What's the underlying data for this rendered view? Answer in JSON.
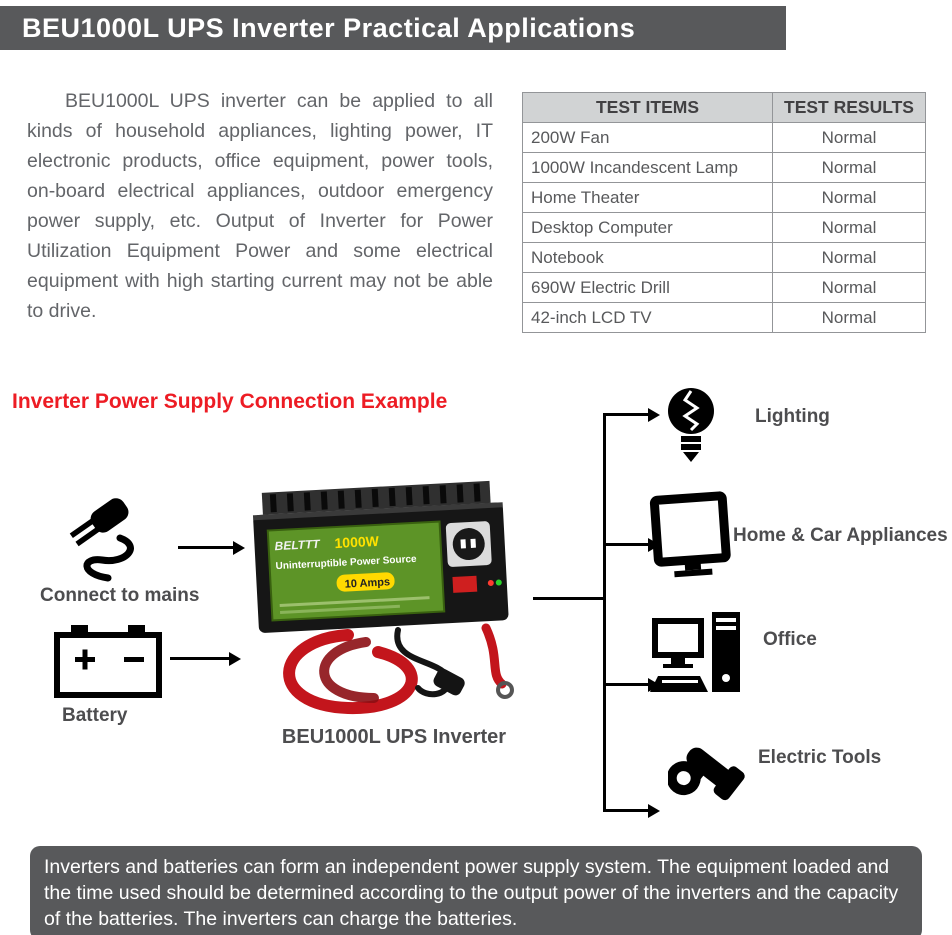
{
  "header": {
    "title": "BEU1000L UPS Inverter Practical Applications"
  },
  "intro": {
    "text": "BEU1000L UPS inverter can be applied to all kinds of household appliances, lighting power, IT electronic products, office equipment, power tools, on-board electrical appliances, outdoor emergency power supply, etc. Output of Inverter for Power Utilization Equipment Power and some electrical equipment with high starting current may not be able to drive."
  },
  "table": {
    "headers": [
      "TEST ITEMS",
      "TEST RESULTS"
    ],
    "rows": [
      {
        "item": "200W Fan",
        "result": "Normal"
      },
      {
        "item": "1000W Incandescent Lamp",
        "result": "Normal"
      },
      {
        "item": "Home Theater",
        "result": "Normal"
      },
      {
        "item": "Desktop Computer",
        "result": "Normal"
      },
      {
        "item": "Notebook",
        "result": "Normal"
      },
      {
        "item": "690W Electric Drill",
        "result": "Normal"
      },
      {
        "item": "42-inch LCD TV",
        "result": "Normal"
      }
    ]
  },
  "diagram": {
    "section_title": "Inverter Power Supply Connection Example",
    "sources": [
      {
        "label": "Connect to mains"
      },
      {
        "label": "Battery"
      }
    ],
    "inverter": {
      "caption": "BEU1000L UPS Inverter",
      "brand": "BELTTT",
      "power": "1000W",
      "subtitle": "Uninterruptible Power Source",
      "badge": "10 Amps"
    },
    "branches": [
      {
        "label": "Lighting"
      },
      {
        "label": "Home & Car Appliances"
      },
      {
        "label": "Office"
      },
      {
        "label": "Electric Tools"
      }
    ]
  },
  "footer": {
    "text": "Inverters and batteries can form an independent power supply system. The equipment loaded and the time used should be determined according to the output power of the inverters and the capacity of the batteries. The inverters can charge the batteries."
  },
  "colors": {
    "accent_red": "#ed1c24",
    "bar_gray": "#58595b",
    "table_header_bg": "#d1d3d4"
  }
}
